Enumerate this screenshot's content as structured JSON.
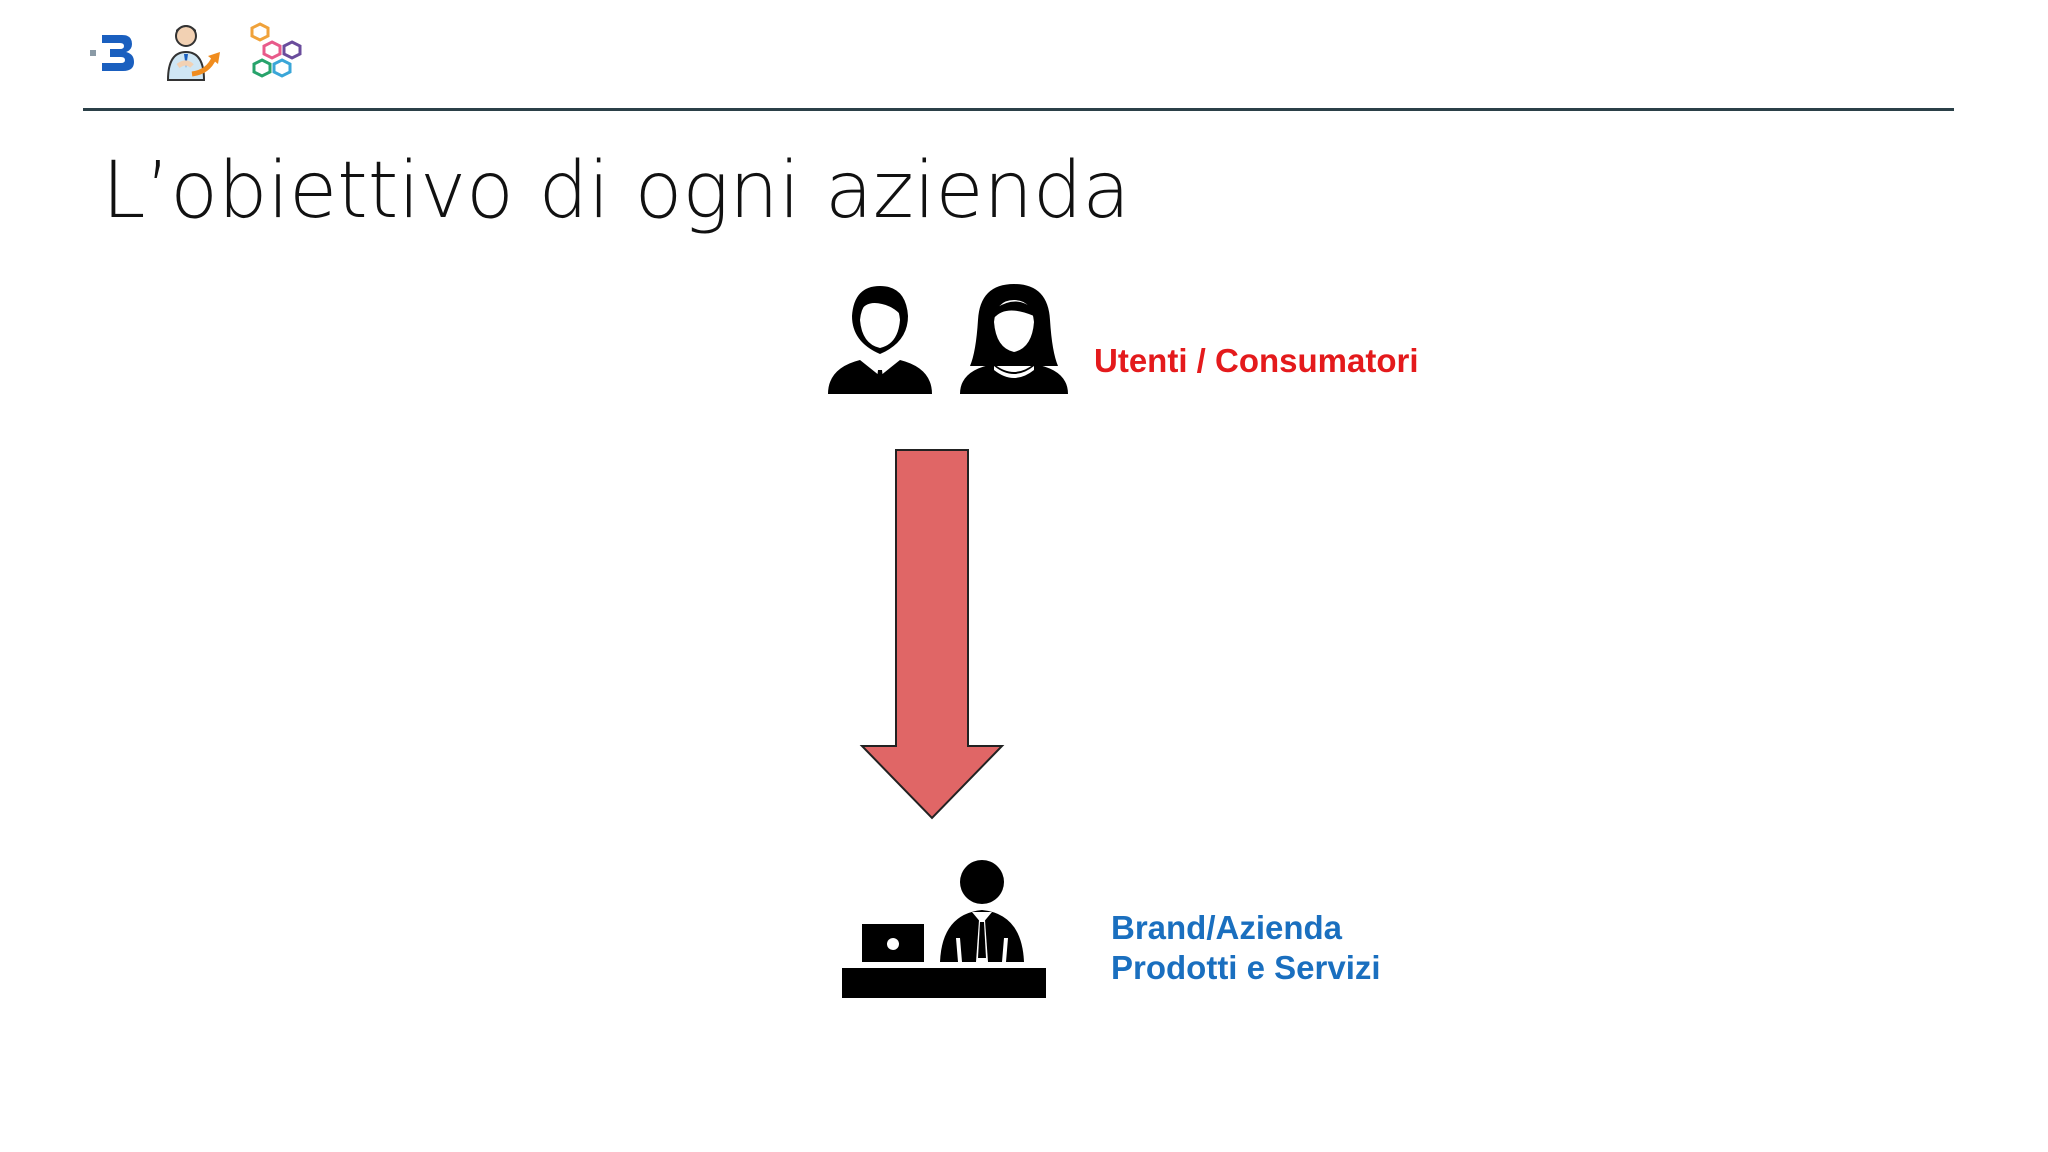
{
  "slide": {
    "title": "L’obiettivo di ogni azienda"
  },
  "header": {
    "logos": [
      "logo-b-icon",
      "business-person-growth-icon",
      "hexagon-cluster-icon"
    ]
  },
  "diagram": {
    "top_node": {
      "icon": "users-icon",
      "label": "Utenti / Consumatori",
      "color": "#e41a1c"
    },
    "connector": {
      "icon": "down-arrow",
      "color": "#e06666"
    },
    "bottom_node": {
      "icon": "office-desk-icon",
      "label_line1": "Brand/Azienda",
      "label_line2": "Prodotti e Servizi",
      "color": "#1a6fbf"
    }
  },
  "colors": {
    "divider": "#2b4048",
    "title_text": "#111111"
  }
}
